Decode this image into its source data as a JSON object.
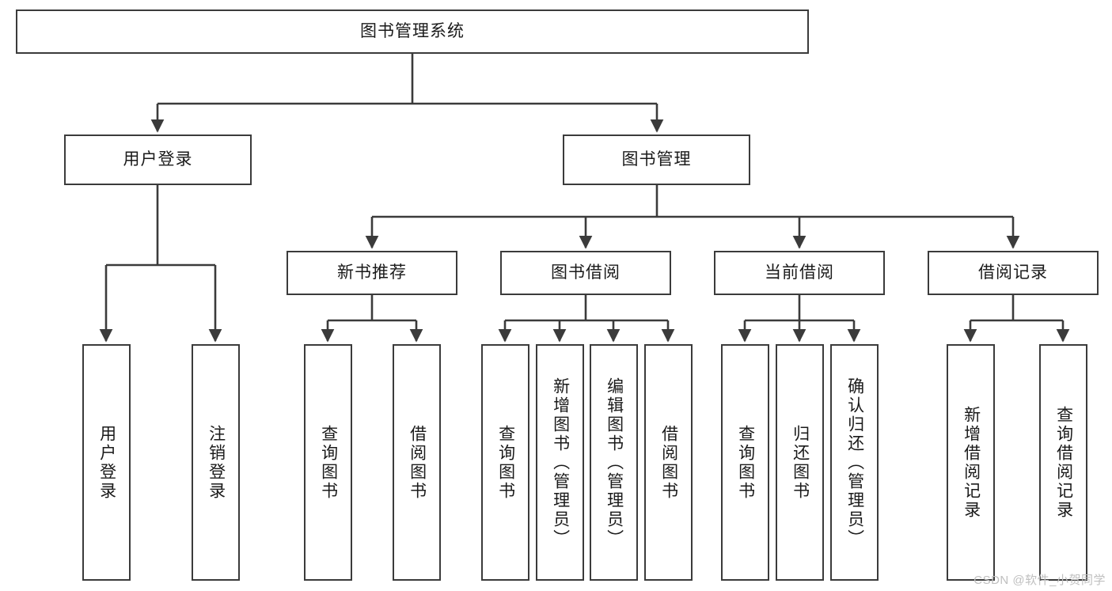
{
  "diagram": {
    "title": "图书管理系统",
    "type": "tree",
    "watermark": "CSDN @软件_小贺同学",
    "colors": {
      "box_border": "#3b3b3b",
      "box_fill": "#ffffff",
      "edge": "#3b3b3b",
      "text": "#1a1a1a",
      "watermark": "#bfbfbf",
      "background": "#ffffff"
    },
    "nodes": {
      "root": {
        "label": "图书管理系统",
        "level": 1,
        "orientation": "horizontal"
      },
      "l2": [
        {
          "id": "user_login",
          "label": "用户登录",
          "level": 2,
          "orientation": "horizontal"
        },
        {
          "id": "book_manage",
          "label": "图书管理",
          "level": 2,
          "orientation": "horizontal"
        }
      ],
      "l3": [
        {
          "id": "new_book_rec",
          "label": "新书推荐",
          "level": 3,
          "orientation": "horizontal",
          "parent": "book_manage"
        },
        {
          "id": "book_borrow",
          "label": "图书借阅",
          "level": 3,
          "orientation": "horizontal",
          "parent": "book_manage"
        },
        {
          "id": "current_borrow",
          "label": "当前借阅",
          "level": 3,
          "orientation": "horizontal",
          "parent": "book_manage"
        },
        {
          "id": "borrow_record",
          "label": "借阅记录",
          "level": 3,
          "orientation": "horizontal",
          "parent": "book_manage"
        }
      ],
      "leaves": [
        {
          "id": "leaf_user_login",
          "label": "用户登录",
          "orientation": "vertical",
          "parent": "user_login"
        },
        {
          "id": "leaf_logout",
          "label": "注销登录",
          "orientation": "vertical",
          "parent": "user_login"
        },
        {
          "id": "leaf_query_book_1",
          "label": "查询图书",
          "orientation": "vertical",
          "parent": "new_book_rec"
        },
        {
          "id": "leaf_borrow_book_1",
          "label": "借阅图书",
          "orientation": "vertical",
          "parent": "new_book_rec"
        },
        {
          "id": "leaf_query_book_2",
          "label": "查询图书",
          "orientation": "vertical",
          "parent": "book_borrow"
        },
        {
          "id": "leaf_add_book",
          "label": "新增图书（管理员）",
          "orientation": "vertical",
          "parent": "book_borrow"
        },
        {
          "id": "leaf_edit_book",
          "label": "编辑图书（管理员）",
          "orientation": "vertical",
          "parent": "book_borrow"
        },
        {
          "id": "leaf_borrow_book_2",
          "label": "借阅图书",
          "orientation": "vertical",
          "parent": "book_borrow"
        },
        {
          "id": "leaf_query_book_3",
          "label": "查询图书",
          "orientation": "vertical",
          "parent": "current_borrow"
        },
        {
          "id": "leaf_return_book",
          "label": "归还图书",
          "orientation": "vertical",
          "parent": "current_borrow"
        },
        {
          "id": "leaf_confirm_return",
          "label": "确认归还（管理员）",
          "orientation": "vertical",
          "parent": "current_borrow"
        },
        {
          "id": "leaf_add_record",
          "label": "新增借阅记录",
          "orientation": "vertical",
          "parent": "borrow_record"
        },
        {
          "id": "leaf_query_record",
          "label": "查询借阅记录",
          "orientation": "vertical",
          "parent": "borrow_record"
        }
      ]
    }
  }
}
